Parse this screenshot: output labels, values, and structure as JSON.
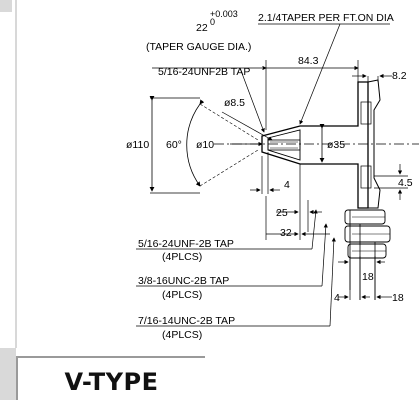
{
  "title": "V-TYPE",
  "angle_top": {
    "main": "22",
    "sup": "+0.003",
    "sub": "0"
  },
  "taper_gauge": "(TAPER GAUGE DIA.)",
  "taper_note": "2.1/4TAPER PER FT.ON DIA",
  "tap_center": "5/16-24UNF2B TAP",
  "dims": {
    "d84_3": "84.3",
    "d8_2": "8.2",
    "dia8_5": "ø8.5",
    "dia110": "ø110",
    "angle60": "60°",
    "dia10": "ø10",
    "dia35": "ø35",
    "d4_top": "4",
    "d4_5": "4.5",
    "d25": "25",
    "d32": "32",
    "d18_a": "18",
    "d4_bot": "4",
    "d18_b": "18"
  },
  "taps": [
    {
      "label": "5/16-24UNF-2B TAP",
      "qty": "(4PLCS)"
    },
    {
      "label": "3/8-16UNC-2B TAP",
      "qty": "(4PLCS)"
    },
    {
      "label": "7/16-14UNC-2B TAP",
      "qty": "(4PLCS)"
    }
  ]
}
